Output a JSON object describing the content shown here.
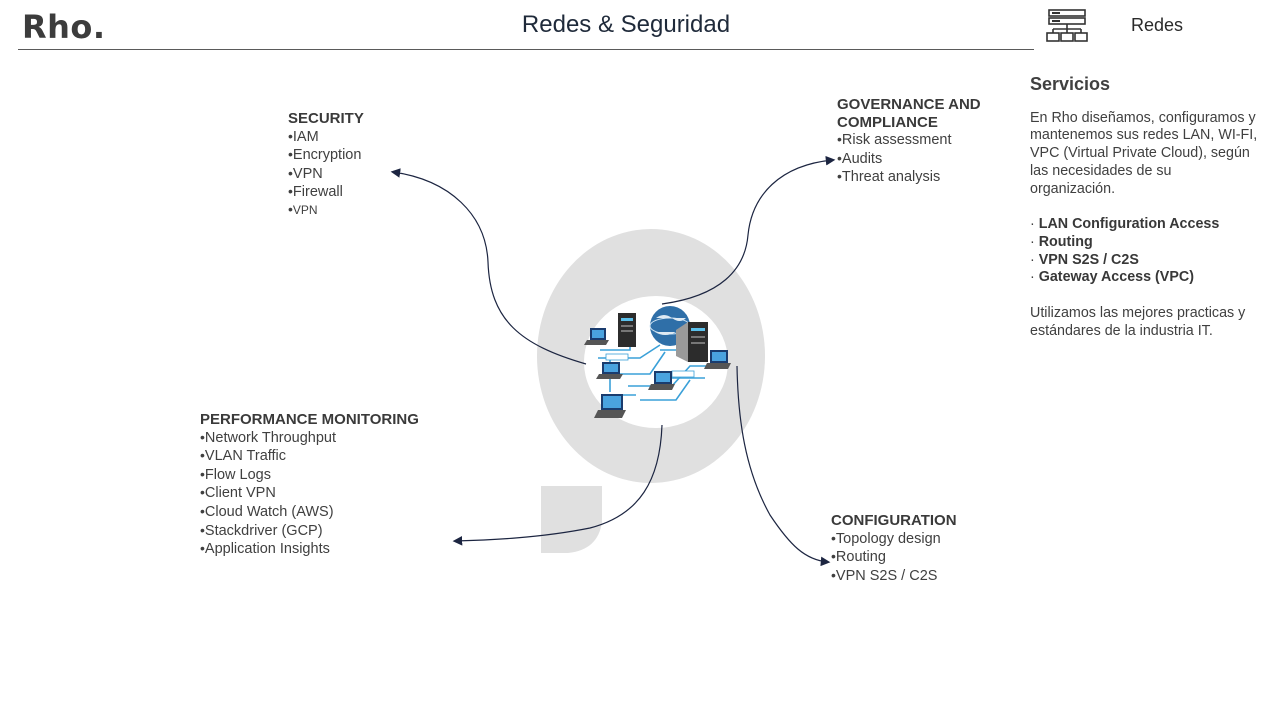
{
  "header": {
    "logo": "Rho.",
    "title": "Redes & Seguridad",
    "section_label": "Redes",
    "section_icon": "network-servers-icon"
  },
  "side_panel": {
    "title": "Servicios",
    "description": "En Rho diseñamos, configuramos y mantenemos sus redes LAN, WI-FI, VPC (Virtual Private Cloud), según las necesidades de su organización.",
    "bullets": [
      {
        "prefix": "· ",
        "label": "LAN Configuration Access"
      },
      {
        "prefix": "· ",
        "label": "Routing"
      },
      {
        "prefix": "· ",
        "label": "VPN S2S / C2S"
      },
      {
        "prefix": "· ",
        "label": "Gateway Access (VPC)"
      }
    ],
    "closing": "Utilizamos las mejores practicas y estándares de la industria IT."
  },
  "diagram": {
    "center_image": "network-diagram-icon",
    "security": {
      "title": "SECURITY",
      "items": [
        "IAM",
        "Encryption",
        "VPN",
        "Firewall",
        "VPN"
      ]
    },
    "governance": {
      "title": "GOVERNANCE AND COMPLIANCE",
      "items": [
        "Risk assessment",
        "Audits",
        "Threat analysis"
      ]
    },
    "performance": {
      "title": "PERFORMANCE MONITORING",
      "items": [
        "Network Throughput",
        "VLAN Traffic",
        "Flow Logs",
        "Client VPN",
        "Cloud Watch (AWS)",
        "Stackdriver (GCP)",
        "Application Insights"
      ]
    },
    "configuration": {
      "title": "CONFIGURATION",
      "items": [
        "Topology design",
        "Routing",
        "VPN S2S / C2S"
      ]
    }
  },
  "colors": {
    "arrow": "#1c2541",
    "glyph": "#e0e0e0",
    "text": "#404040",
    "network_lines": "#3aa0d8"
  }
}
